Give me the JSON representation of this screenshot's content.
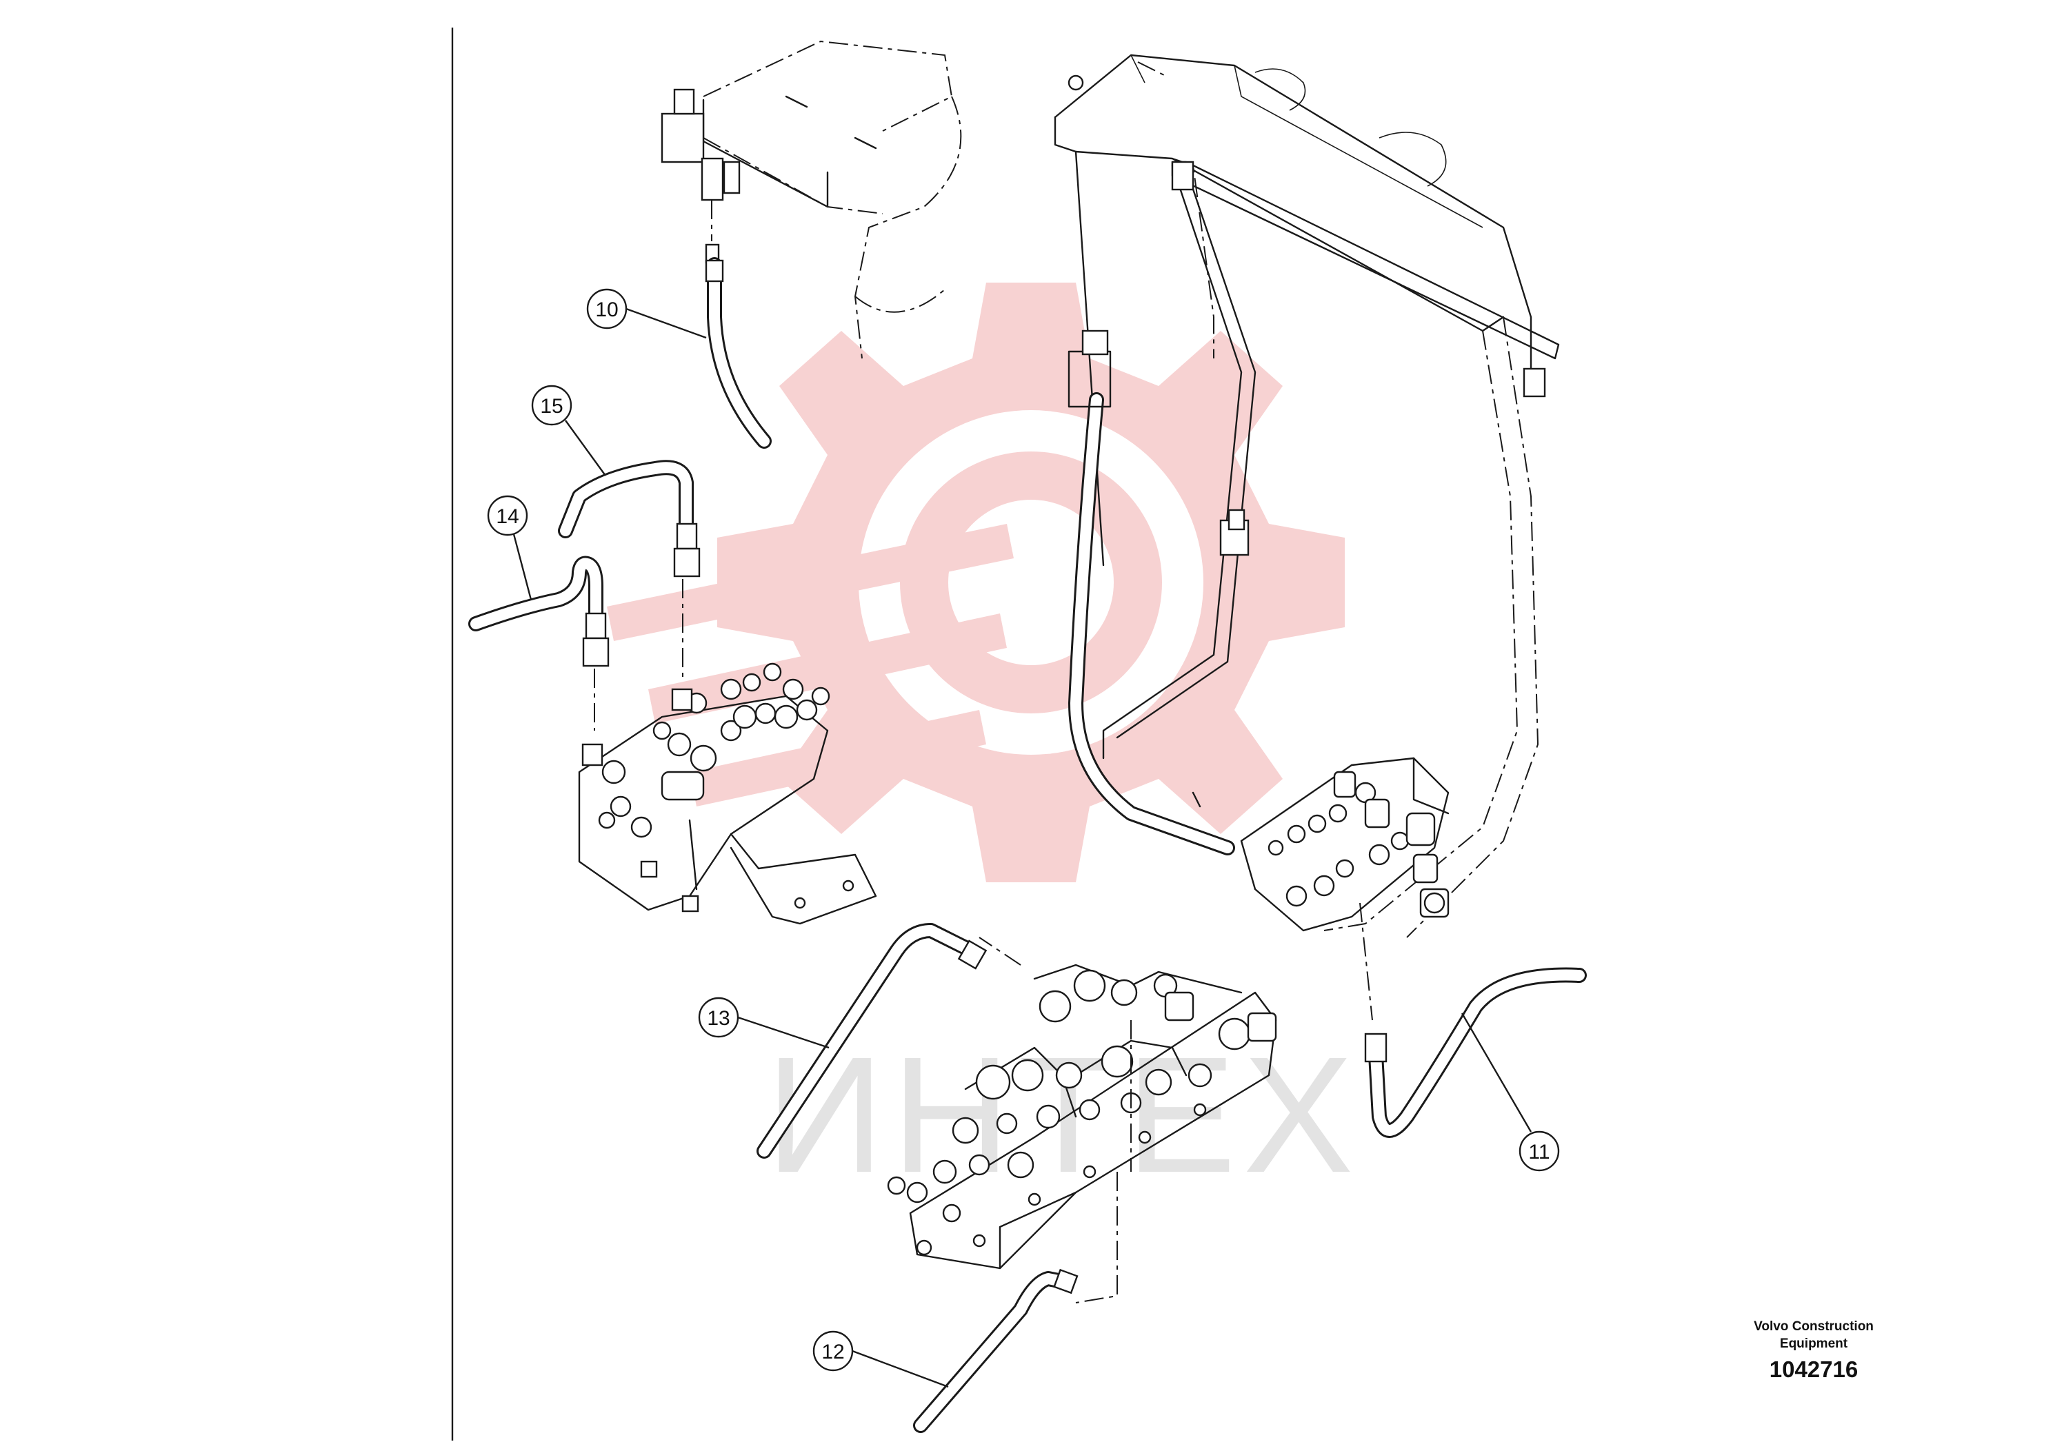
{
  "callouts": [
    {
      "id": "10",
      "label": "10"
    },
    {
      "id": "11",
      "label": "11"
    },
    {
      "id": "12",
      "label": "12"
    },
    {
      "id": "13",
      "label": "13"
    },
    {
      "id": "14",
      "label": "14"
    },
    {
      "id": "15",
      "label": "15"
    }
  ],
  "title_block": {
    "brand_line1": "Volvo Construction",
    "brand_line2": "Equipment",
    "document_number": "1042716"
  },
  "watermark": {
    "text": "ИНТЕХ",
    "logo_color": "#f4c9c9",
    "text_color": "#e0e0e0"
  }
}
